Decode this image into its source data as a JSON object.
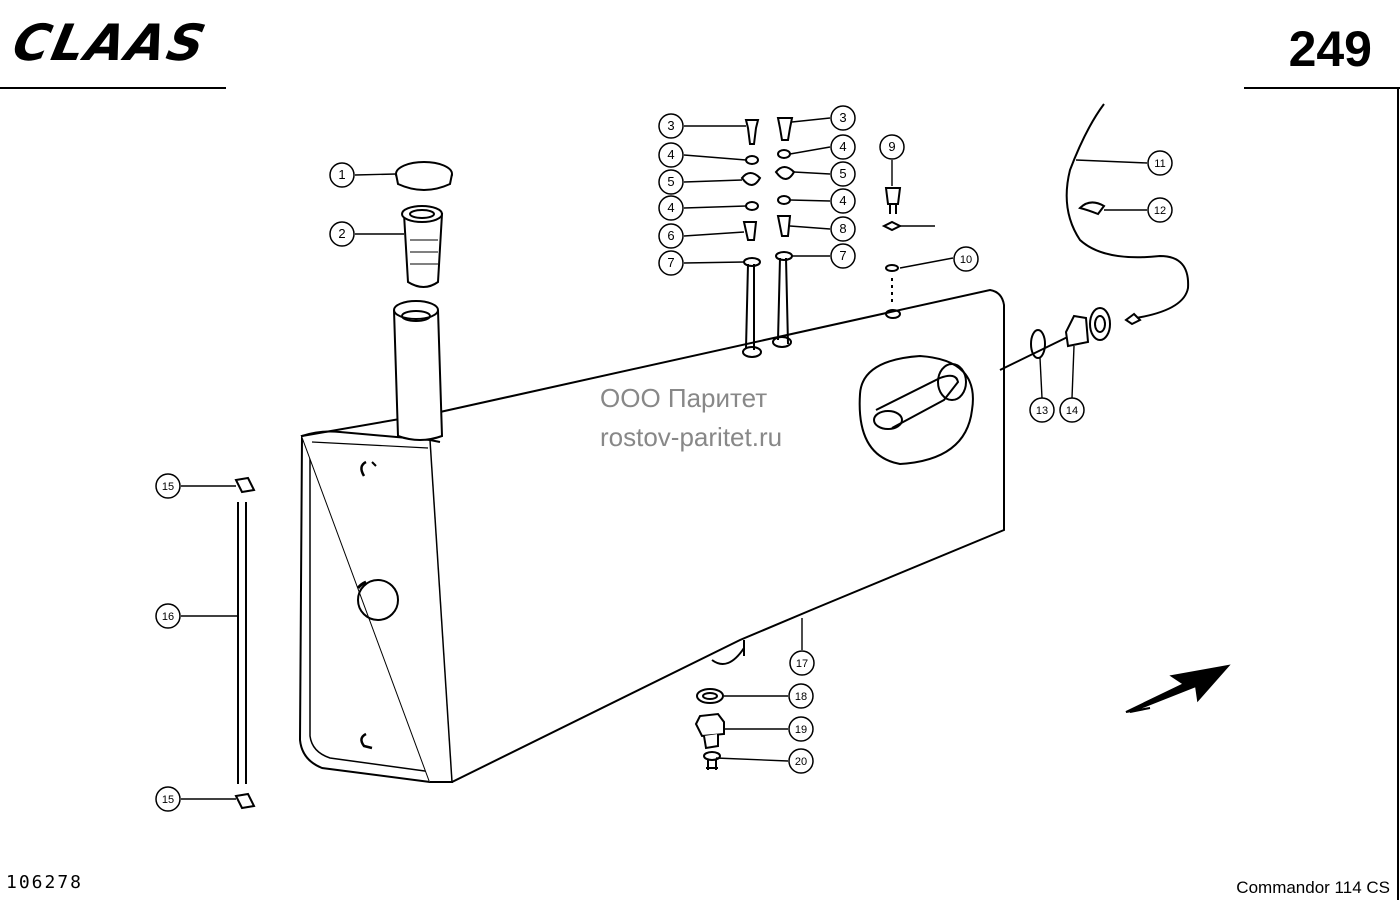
{
  "header": {
    "brand_logo": "CLAAS",
    "page_number": "249"
  },
  "footer": {
    "drawing_number": "106278",
    "model": "Commandor 114 CS"
  },
  "watermark": {
    "line1": "ООО Паритет",
    "line2": "rostov-paritet.ru"
  },
  "callouts": [
    "1",
    "2",
    "3",
    "3",
    "4",
    "4",
    "5",
    "5",
    "4",
    "4",
    "6",
    "8",
    "7",
    "7",
    "9",
    "10",
    "11",
    "12",
    "13",
    "14",
    "15",
    "16",
    "15",
    "17",
    "18",
    "19",
    "20"
  ]
}
